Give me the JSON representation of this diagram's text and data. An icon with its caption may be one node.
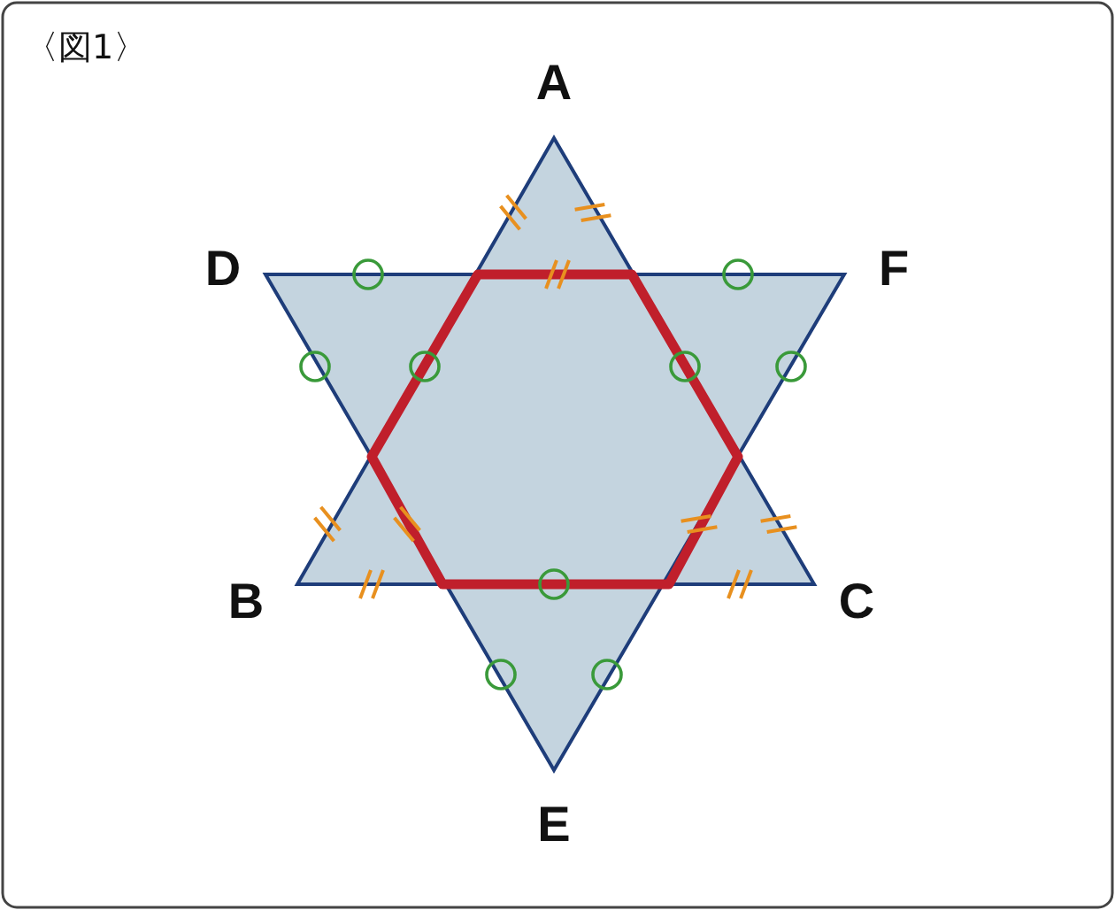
{
  "diagram": {
    "title": "〈図1〉",
    "labels": [
      "A",
      "D",
      "F",
      "B",
      "C",
      "E"
    ]
  }
}
